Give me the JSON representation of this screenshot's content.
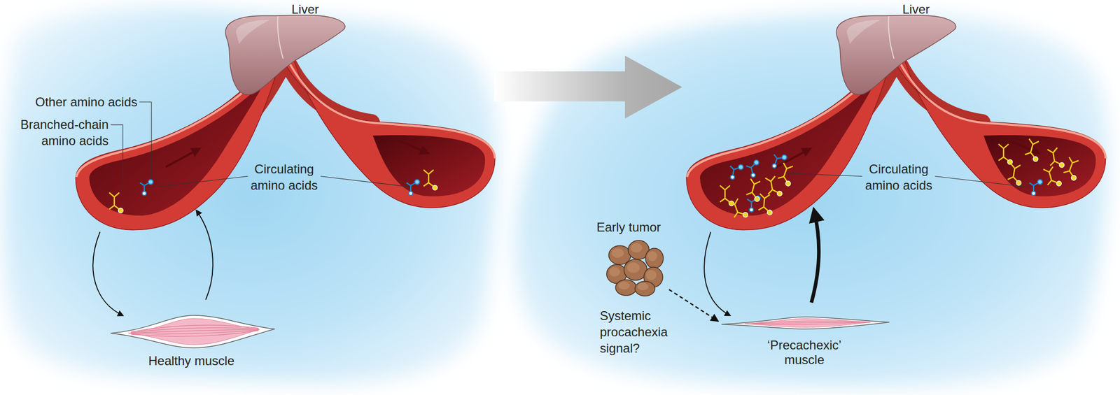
{
  "diagram": {
    "nodes": [
      {
        "text": [
          "Liver"
        ]
      },
      {
        "text": [
          "Healthy muscle"
        ]
      },
      {
        "text": [
          "Liver"
        ]
      },
      {
        "text": [
          "Early tumor",
          "Systemic procachexia signal?"
        ]
      },
      {
        "text": [
          "‘Precachexic’ muscle"
        ]
      }
    ],
    "edges": [
      {
        "from": 3,
        "to": 4,
        "arrow": "to"
      }
    ],
    "labels": [
      "Other amino acids",
      "Branched-chain amino acids",
      "Circulating amino acids",
      "Circulating amino acids"
    ]
  }
}
